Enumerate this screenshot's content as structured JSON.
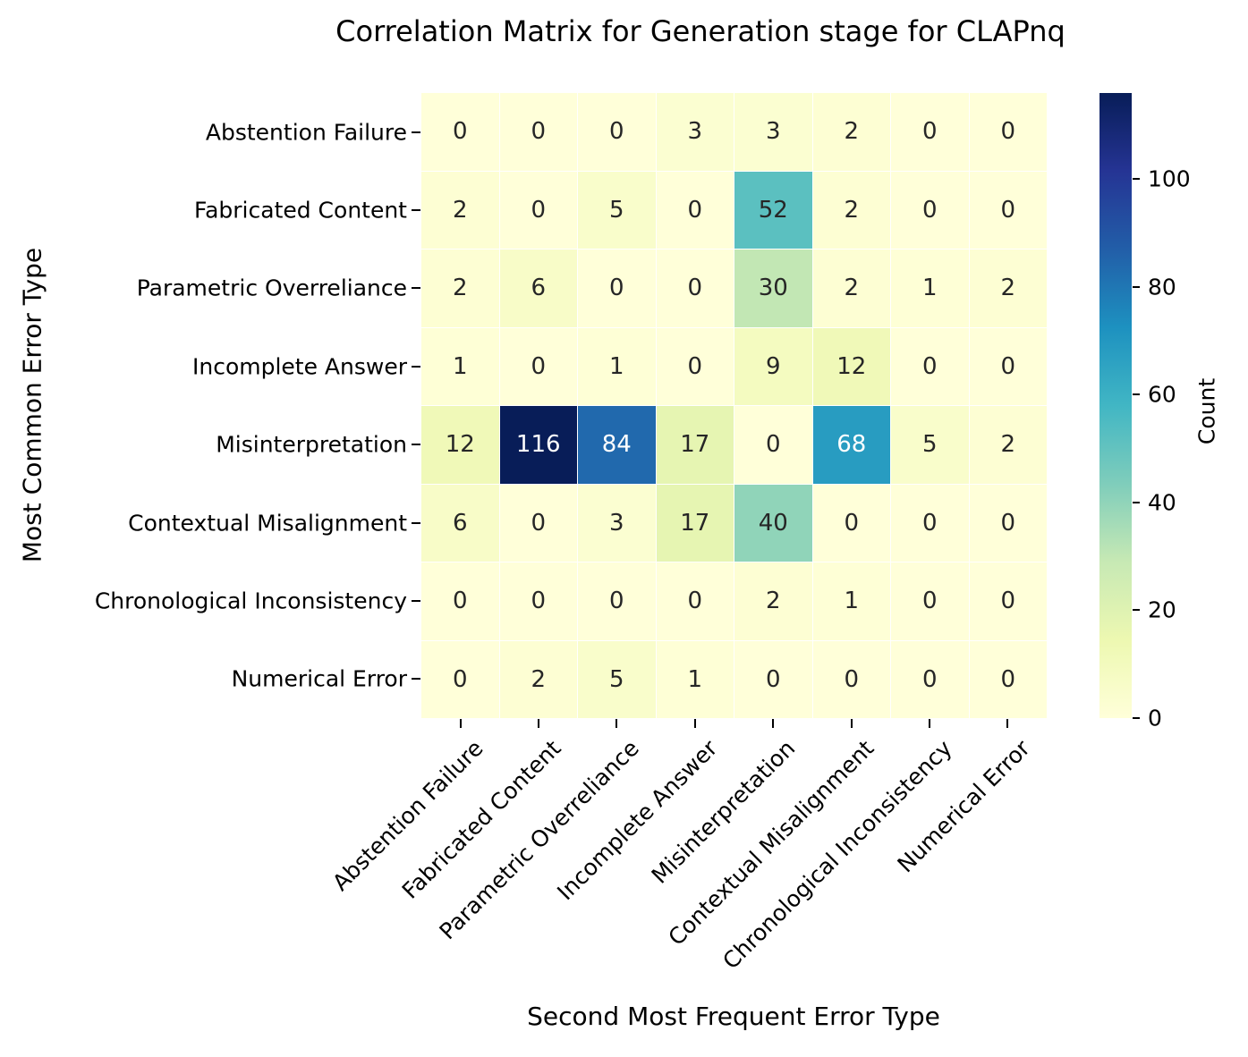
{
  "title": "Correlation Matrix for Generation stage for CLAPnq",
  "chart_data": {
    "type": "heatmap",
    "title": "Correlation Matrix for Generation stage for CLAPnq",
    "xlabel": "Second Most Frequent Error Type",
    "ylabel": "Most Common Error Type",
    "colorbar_label": "Count",
    "colormap": "YlGnBu",
    "categories": [
      "Abstention Failure",
      "Fabricated Content",
      "Parametric Overreliance",
      "Incomplete Answer",
      "Misinterpretation",
      "Contextual Misalignment",
      "Chronological Inconsistency",
      "Numerical Error"
    ],
    "values": [
      [
        0,
        0,
        0,
        3,
        3,
        2,
        0,
        0
      ],
      [
        2,
        0,
        5,
        0,
        52,
        2,
        0,
        0
      ],
      [
        2,
        6,
        0,
        0,
        30,
        2,
        1,
        2
      ],
      [
        1,
        0,
        1,
        0,
        9,
        12,
        0,
        0
      ],
      [
        12,
        116,
        84,
        17,
        0,
        68,
        5,
        2
      ],
      [
        6,
        0,
        3,
        17,
        40,
        0,
        0,
        0
      ],
      [
        0,
        0,
        0,
        0,
        2,
        1,
        0,
        0
      ],
      [
        0,
        2,
        5,
        1,
        0,
        0,
        0,
        0
      ]
    ],
    "vmin": 0,
    "vmax": 116,
    "colorbar_ticks": [
      0,
      20,
      40,
      60,
      80,
      100
    ],
    "colormap_stops": [
      {
        "t": 0.0,
        "color": "#ffffd9"
      },
      {
        "t": 0.125,
        "color": "#edf8b1"
      },
      {
        "t": 0.25,
        "color": "#c7e9b4"
      },
      {
        "t": 0.375,
        "color": "#7fcdbb"
      },
      {
        "t": 0.5,
        "color": "#41b6c4"
      },
      {
        "t": 0.625,
        "color": "#1d91c0"
      },
      {
        "t": 0.75,
        "color": "#225ea8"
      },
      {
        "t": 0.875,
        "color": "#253494"
      },
      {
        "t": 1.0,
        "color": "#081d58"
      }
    ],
    "annotation_colors": {
      "dark": "#262626",
      "light": "#ffffff"
    }
  }
}
